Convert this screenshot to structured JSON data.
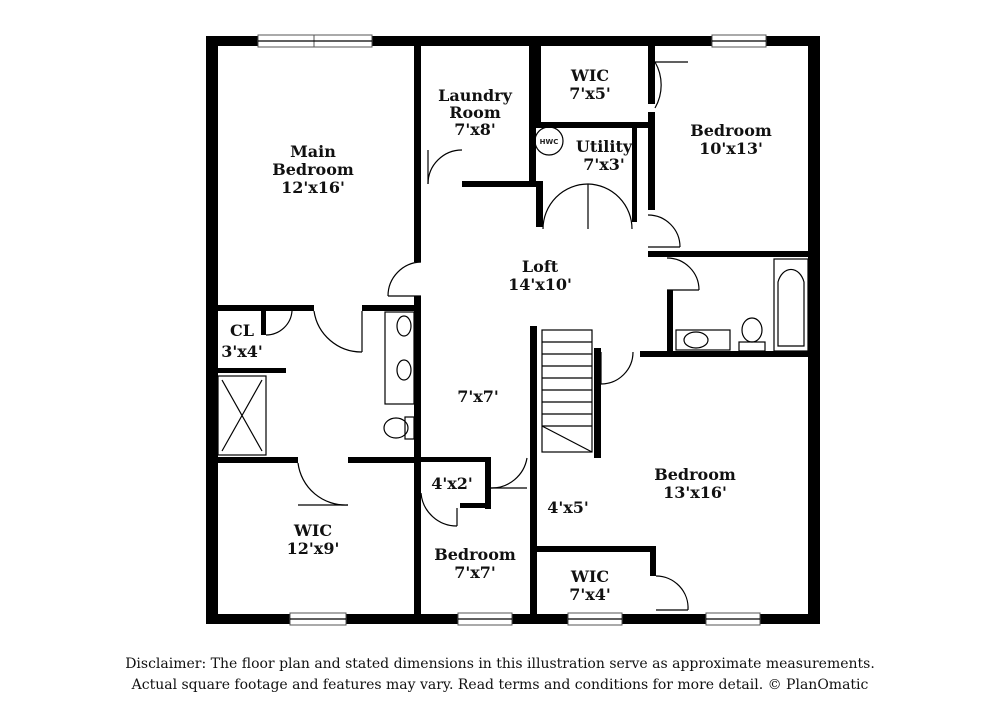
{
  "rooms": {
    "main_bedroom": {
      "name_1": "Main",
      "name_2": "Bedroom",
      "dim": "12'x16'"
    },
    "laundry": {
      "name_1": "Laundry",
      "name_2": "Room",
      "dim": "7'x8'"
    },
    "wic_top": {
      "name": "WIC",
      "dim": "7'x5'"
    },
    "bedroom_ne": {
      "name": "Bedroom",
      "dim": "10'x13'"
    },
    "utility": {
      "name": "Utility",
      "dim": "7'x3'"
    },
    "hwc": {
      "name": "HWC"
    },
    "loft": {
      "name": "Loft",
      "dim": "14'x10'"
    },
    "closet_cl": {
      "name": "CL",
      "dim": "3'x4'"
    },
    "hall": {
      "dim": "7'x7'"
    },
    "bedroom_se": {
      "name": "Bedroom",
      "dim": "13'x16'"
    },
    "closet_small": {
      "dim": "4'x2'"
    },
    "closet_hall": {
      "dim": "4'x5'"
    },
    "wic_main": {
      "name": "WIC",
      "dim": "12'x9'"
    },
    "bedroom_s": {
      "name": "Bedroom",
      "dim": "7'x7'"
    },
    "wic_se": {
      "name": "WIC",
      "dim": "7'x4'"
    }
  },
  "disclaimer": {
    "line_1": "Disclaimer: The floor plan and stated dimensions in this illustration serve as approximate measurements.",
    "line_2": "Actual square footage and features may vary. Read terms and conditions for more detail. © PlanOmatic"
  }
}
